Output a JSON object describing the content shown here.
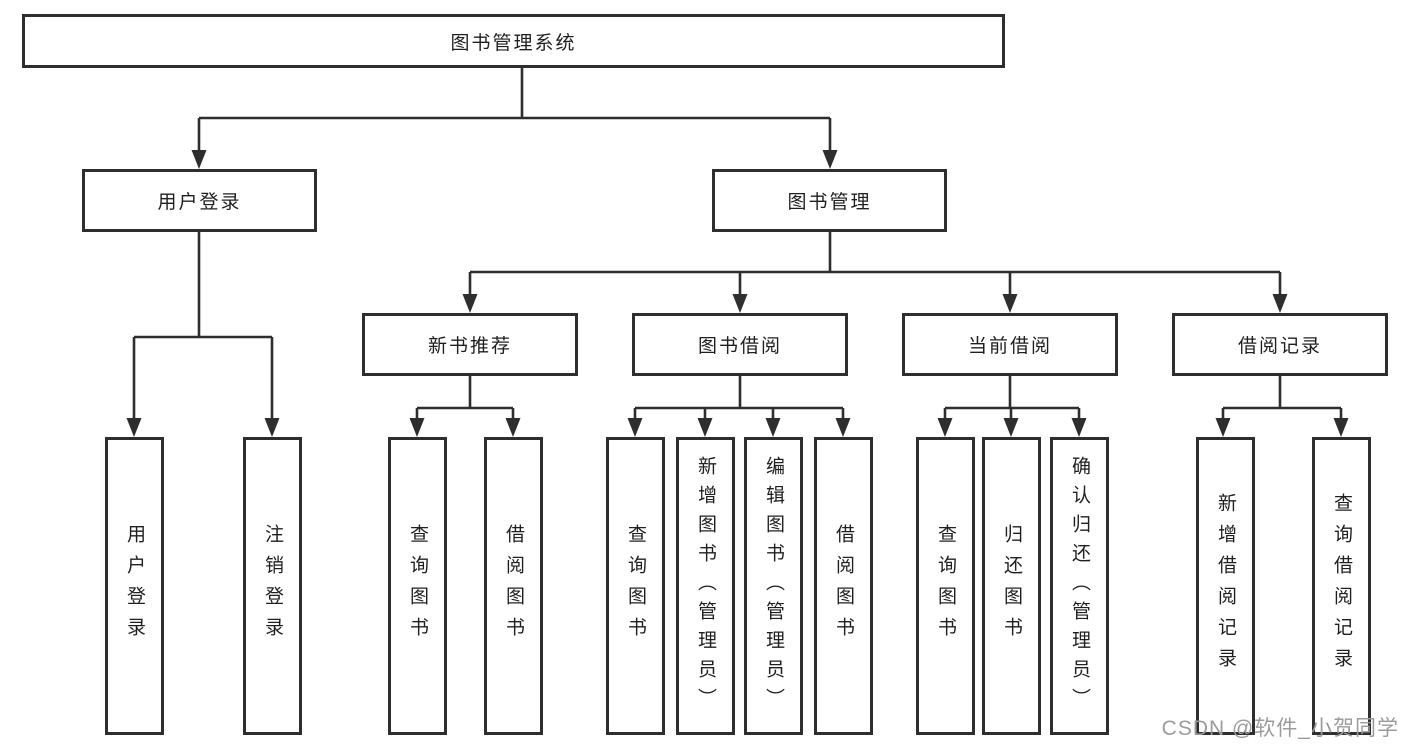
{
  "diagram": {
    "root": {
      "label": "图书管理系统"
    },
    "level2": [
      {
        "id": "user-login",
        "label": "用户登录"
      },
      {
        "id": "book-management",
        "label": "图书管理"
      }
    ],
    "level3": [
      {
        "id": "new-book-recommend",
        "label": "新书推荐",
        "parent": "book-management"
      },
      {
        "id": "book-borrow",
        "label": "图书借阅",
        "parent": "book-management"
      },
      {
        "id": "current-borrow",
        "label": "当前借阅",
        "parent": "book-management"
      },
      {
        "id": "borrow-records",
        "label": "借阅记录",
        "parent": "book-management"
      }
    ],
    "leaves": [
      {
        "label": "用户登录",
        "parent": "user-login"
      },
      {
        "label": "注销登录",
        "parent": "user-login"
      },
      {
        "label": "查询图书",
        "parent": "new-book-recommend"
      },
      {
        "label": "借阅图书",
        "parent": "new-book-recommend"
      },
      {
        "label": "查询图书",
        "parent": "book-borrow"
      },
      {
        "label": "新增图书（管理员）",
        "parent": "book-borrow"
      },
      {
        "label": "编辑图书（管理员）",
        "parent": "book-borrow"
      },
      {
        "label": "借阅图书",
        "parent": "book-borrow"
      },
      {
        "label": "查询图书",
        "parent": "current-borrow"
      },
      {
        "label": "归还图书",
        "parent": "current-borrow"
      },
      {
        "label": "确认归还（管理员）",
        "parent": "current-borrow"
      },
      {
        "label": "新增借阅记录",
        "parent": "borrow-records"
      },
      {
        "label": "查询借阅记录",
        "parent": "borrow-records"
      }
    ]
  },
  "watermark": "CSDN @软件_小贺同学",
  "colors": {
    "line": "#2e2e2e",
    "box_border": "#2e2e2e",
    "text": "#1f1f1f",
    "watermark_gray": "#9b9b9b",
    "background": "#ffffff"
  }
}
